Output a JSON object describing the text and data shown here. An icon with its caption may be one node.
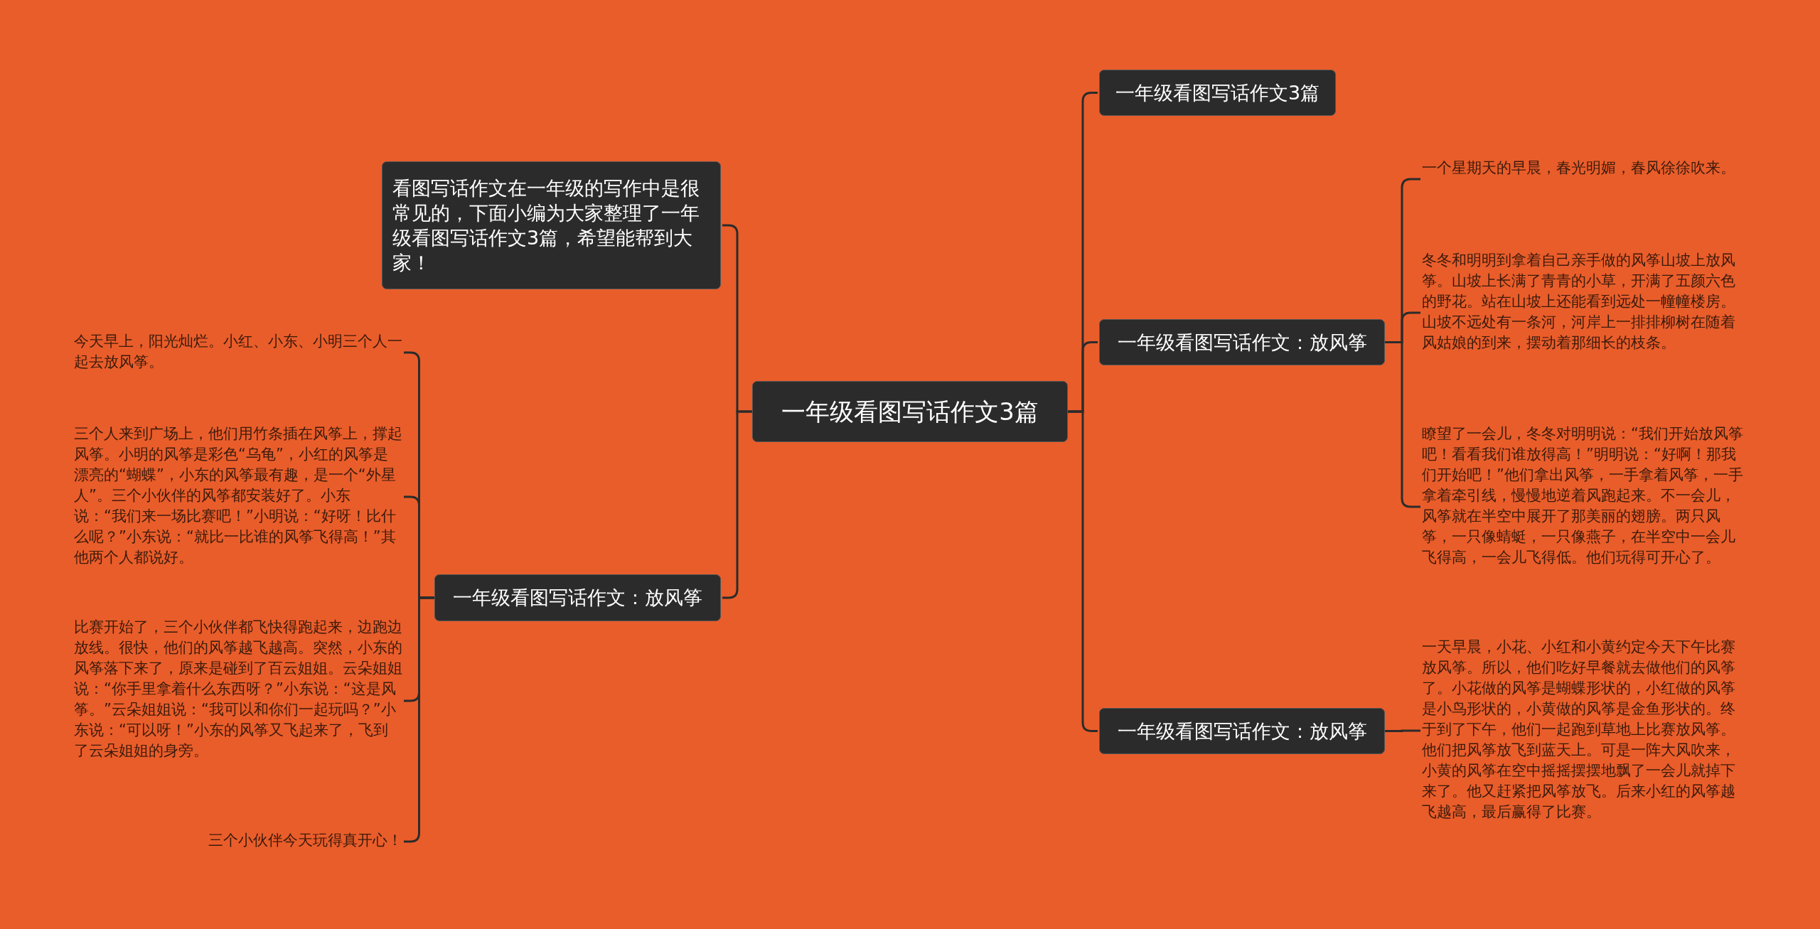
{
  "diagram": {
    "nodes": [
      {
        "text": [
          "一年级看图写话作文3篇"
        ]
      },
      {
        "text": [
          "看图写话作文在一年级的写作中是很常见的，下面小编为大家整理了一年级看图写话作文3篇，希望能帮到大家！"
        ]
      },
      {
        "text": [
          "一年级看图写话作文：放风筝"
        ]
      },
      {
        "text": [
          "今天早上，阳光灿烂。小红、小东、小明三个人一起去放风筝。"
        ]
      },
      {
        "text": [
          "三个人来到广场上，他们用竹条插在风筝上，撑起风筝。小明的风筝是彩色“乌龟”，小红的风筝是漂亮的“蝴蝶”，小东的风筝最有趣，是一个“外星人”。三个小伙伴的风筝都安装好了。小东说：“我们来一场比赛吧！”小明说：“好呀！比什么呢？”小东说：“就比一比谁的风筝飞得高！”其他两个人都说好。"
        ]
      },
      {
        "text": [
          "比赛开始了，三个小伙伴都飞快得跑起来，边跑边放线。很快，他们的风筝越飞越高。突然，小东的风筝落下来了，原来是碰到了百云姐姐。云朵姐姐说：“你手里拿着什么东西呀？”小东说：“这是风筝。”云朵姐姐说：“我可以和你们一起玩吗？”小东说：“可以呀！”小东的风筝又飞起来了，飞到了云朵姐姐的身旁。"
        ]
      },
      {
        "text": [
          "三个小伙伴今天玩得真开心！"
        ]
      },
      {
        "text": [
          "一年级看图写话作文3篇"
        ]
      },
      {
        "text": [
          "一年级看图写话作文：放风筝"
        ]
      },
      {
        "text": [
          "一个星期天的早晨，春光明媚，春风徐徐吹来。"
        ]
      },
      {
        "text": [
          "冬冬和明明到拿着自己亲手做的风筝山坡上放风筝。山坡上长满了青青的小草，开满了五颜六色的野花。站在山坡上还能看到远处一幢幢楼房。山坡不远处有一条河，河岸上一排排柳树在随着风姑娘的到来，摆动着那细长的枝条。"
        ]
      },
      {
        "text": [
          "瞭望了一会儿，冬冬对明明说：“我们开始放风筝吧！看看我们谁放得高！”明明说：“好啊！那我们开始吧！”他们拿出风筝，一手拿着风筝，一手拿着牵引线，慢慢地逆着风跑起来。不一会儿，风筝就在半空中展开了那美丽的翅膀。两只风筝，一只像蜻蜓，一只像燕子，在半空中一会儿飞得高，一会儿飞得低。他们玩得可开心了。"
        ]
      },
      {
        "text": [
          "一年级看图写话作文：放风筝"
        ]
      },
      {
        "text": [
          "一天早晨，小花、小红和小黄约定今天下午比赛放风筝。所以，他们吃好早餐就去做他们的风筝了。小花做的风筝是蝴蝶形状的，小红做的风筝是小鸟形状的，小黄做的风筝是金鱼形状的。终于到了下午，他们一起跑到草地上比赛放风筝。他们把风筝放飞到蓝天上。可是一阵大风吹来，小黄的风筝在空中摇摇摆摆地飘了一会儿就掉下来了。他又赶紧把风筝放飞。后来小红的风筝越飞越高，最后赢得了比赛。"
        ]
      }
    ],
    "edges": [
      {
        "from": 0,
        "to": 1,
        "arrow": "none"
      },
      {
        "from": 0,
        "to": 2,
        "arrow": "none"
      },
      {
        "from": 2,
        "to": 3,
        "arrow": "none"
      },
      {
        "from": 2,
        "to": 4,
        "arrow": "none"
      },
      {
        "from": 2,
        "to": 5,
        "arrow": "none"
      },
      {
        "from": 2,
        "to": 6,
        "arrow": "none"
      },
      {
        "from": 0,
        "to": 7,
        "arrow": "none"
      },
      {
        "from": 0,
        "to": 8,
        "arrow": "none"
      },
      {
        "from": 8,
        "to": 9,
        "arrow": "none"
      },
      {
        "from": 8,
        "to": 10,
        "arrow": "none"
      },
      {
        "from": 8,
        "to": 11,
        "arrow": "none"
      },
      {
        "from": 0,
        "to": 12,
        "arrow": "none"
      },
      {
        "from": 12,
        "to": 13,
        "arrow": "none"
      }
    ]
  }
}
